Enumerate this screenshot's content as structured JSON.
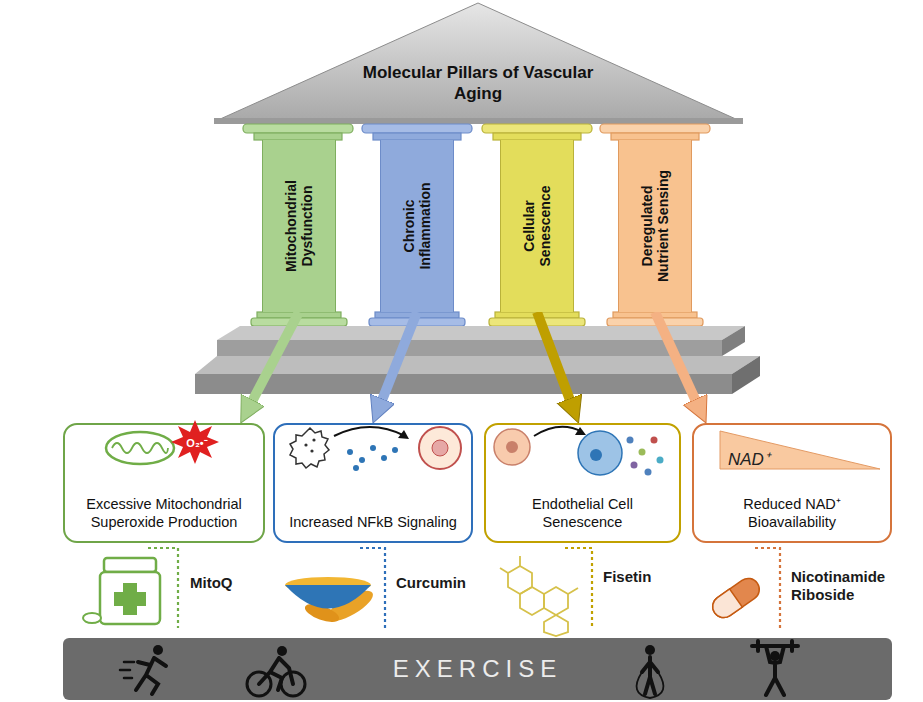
{
  "diagram": {
    "title": "Molecular Pillars of Vascular Aging",
    "nodes": [
      {
        "text": [
          "Mitochondrial Dysfunction"
        ]
      },
      {
        "text": [
          "Chronic Inflammation"
        ]
      },
      {
        "text": [
          "Cellular Senescence"
        ]
      },
      {
        "text": [
          "Deregulated Nutrient Sensing"
        ]
      },
      {
        "text": [
          "O₂•⁻",
          "Excessive Mitochondrial Superoxide Production"
        ]
      },
      {
        "text": [
          "Increased NFkB Signaling"
        ]
      },
      {
        "text": [
          "Endothelial Cell Senescence"
        ]
      },
      {
        "text": [
          "NAD⁺",
          "Reduced NAD⁺ Bioavailability"
        ]
      },
      {
        "text": [
          "EXERCISE"
        ]
      }
    ],
    "edges": [
      {
        "from": 0,
        "to": 4,
        "arrow": "to"
      },
      {
        "from": 1,
        "to": 5,
        "arrow": "to"
      },
      {
        "from": 2,
        "to": 6,
        "arrow": "to"
      },
      {
        "from": 3,
        "to": 7,
        "arrow": "to"
      }
    ],
    "labels": [
      "MitoQ",
      "Curcumin",
      "Fisetin",
      "Nicotinamide Riboside"
    ]
  }
}
